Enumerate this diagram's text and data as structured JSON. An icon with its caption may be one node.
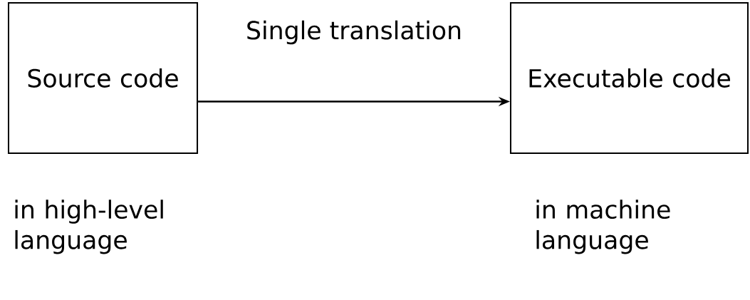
{
  "diagram": {
    "nodes": [
      {
        "text": [
          "Source code"
        ],
        "beside": [
          "in high-level language"
        ]
      },
      {
        "text": [
          "Executable code"
        ],
        "beside": [
          "in machine language"
        ]
      }
    ],
    "edges": [
      {
        "from": 0,
        "to": 1,
        "arrow": "to",
        "label": "Single translation"
      }
    ]
  }
}
